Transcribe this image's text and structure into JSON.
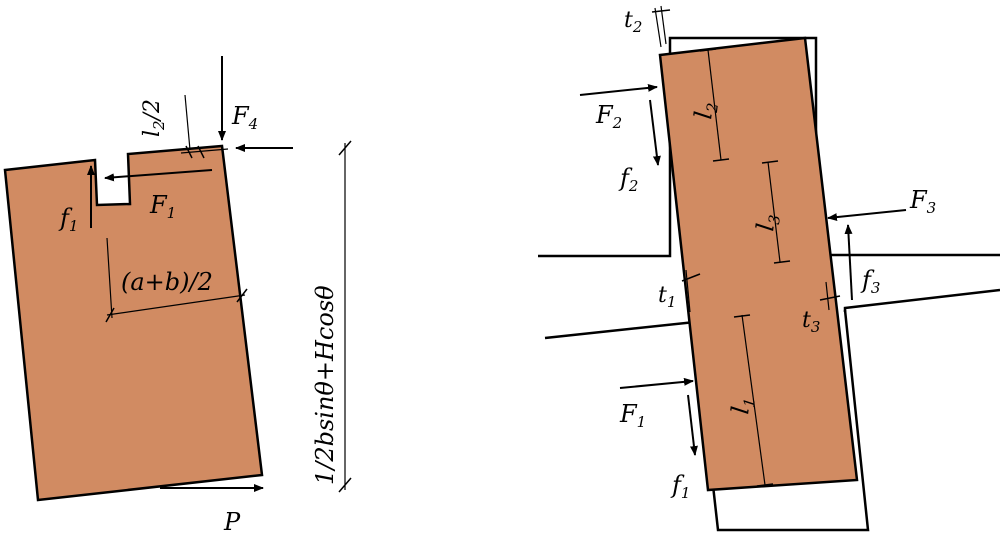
{
  "colors": {
    "block_fill": "#d18b62",
    "stroke": "#000000",
    "background": "#ffffff"
  },
  "left_figure": {
    "labels": {
      "l2_half": {
        "main": "l",
        "sub": "2",
        "tail": "/2"
      },
      "F4": {
        "main": "F",
        "sub": "4"
      },
      "F1": {
        "main": "F",
        "sub": "1"
      },
      "f1": {
        "main": "f",
        "sub": "1"
      },
      "ab_half": "(a+b)/2",
      "height_expr": "1/2bsinθ+Hcosθ",
      "P": "P"
    }
  },
  "right_figure": {
    "labels": {
      "t2": {
        "main": "t",
        "sub": "2"
      },
      "F2": {
        "main": "F",
        "sub": "2"
      },
      "l2": {
        "main": "l",
        "sub": "2"
      },
      "f2": {
        "main": "f",
        "sub": "2"
      },
      "l3": {
        "main": "l",
        "sub": "3"
      },
      "F3": {
        "main": "F",
        "sub": "3"
      },
      "f3": {
        "main": "f",
        "sub": "3"
      },
      "t1": {
        "main": "t",
        "sub": "1"
      },
      "t3": {
        "main": "t",
        "sub": "3"
      },
      "l1": {
        "main": "l",
        "sub": "1"
      },
      "F1": {
        "main": "F",
        "sub": "1"
      },
      "f1": {
        "main": "f",
        "sub": "1"
      }
    }
  }
}
